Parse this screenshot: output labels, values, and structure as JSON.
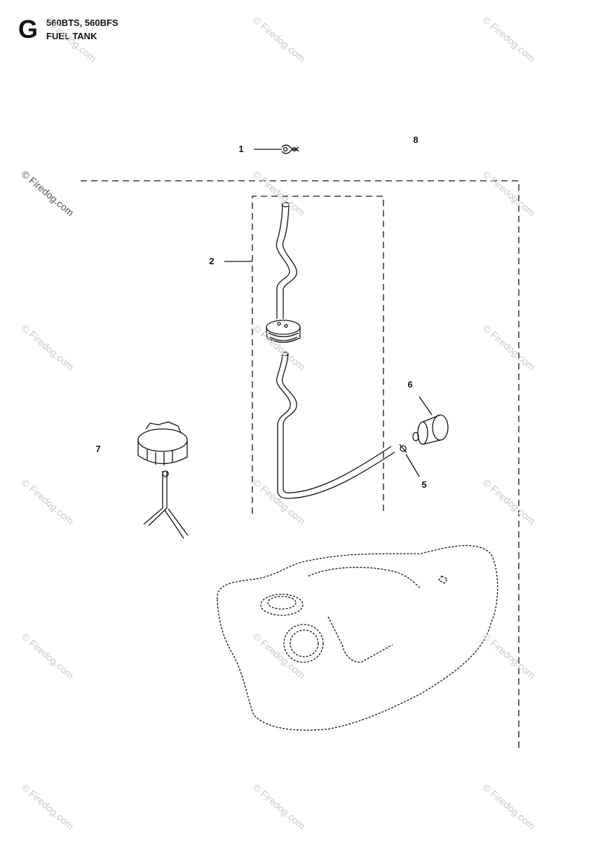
{
  "header": {
    "section_letter": "G",
    "models": "560BTS, 560BFS",
    "title": "FUEL TANK"
  },
  "callouts": [
    {
      "id": "callout-1",
      "number": "1"
    },
    {
      "id": "callout-2",
      "number": "2"
    },
    {
      "id": "callout-5",
      "number": "5"
    },
    {
      "id": "callout-6",
      "number": "6"
    },
    {
      "id": "callout-7",
      "number": "7"
    },
    {
      "id": "callout-8",
      "number": "8"
    }
  ],
  "watermark": "© Firedog.com",
  "colors": {
    "line": "#111111",
    "watermark": "#c8c8c8"
  }
}
